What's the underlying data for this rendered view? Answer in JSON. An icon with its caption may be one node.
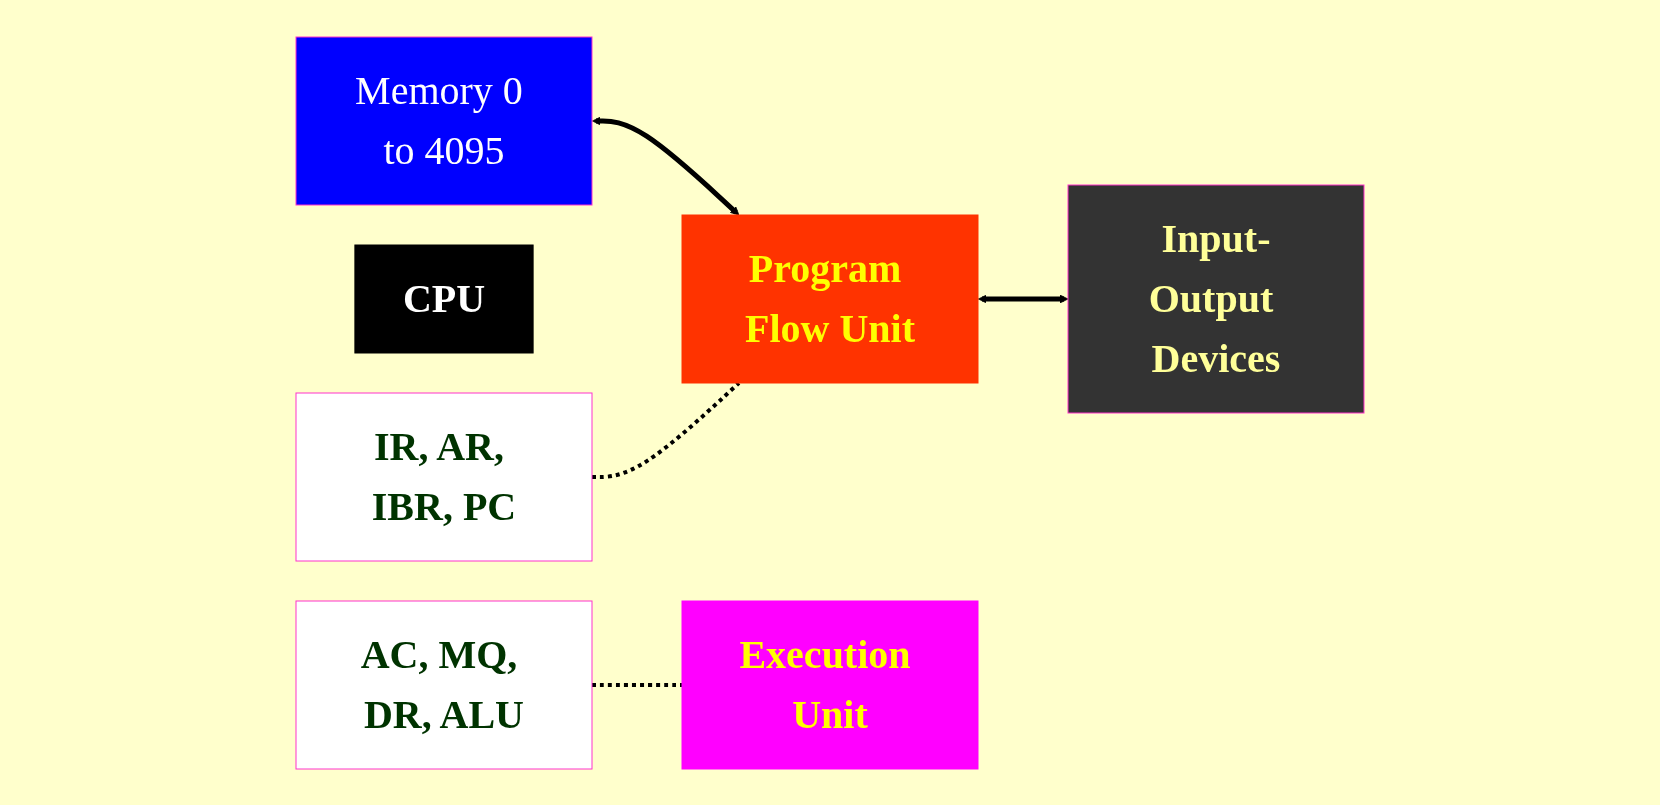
{
  "diagram": {
    "nodes": [
      {
        "text": [
          "Memory 0 to 4095"
        ]
      },
      {
        "text": [
          "CPU"
        ]
      },
      {
        "text": [
          "Program Flow Unit"
        ]
      },
      {
        "text": [
          "Execution Unit"
        ]
      },
      {
        "text": [
          "Input-Output Devices"
        ]
      },
      {
        "text": [
          "IR, AR, IBR, PC"
        ]
      },
      {
        "text": [
          "AC, MQ, DR, ALU"
        ]
      }
    ],
    "edges": [
      {
        "from": 0,
        "to": 2,
        "arrow": "both"
      },
      {
        "from": 2,
        "to": 4,
        "arrow": "both"
      },
      {
        "from": 5,
        "to": 2,
        "arrow": "none",
        "style": "dashed"
      },
      {
        "from": 6,
        "to": 3,
        "arrow": "none",
        "style": "dashed"
      }
    ]
  }
}
